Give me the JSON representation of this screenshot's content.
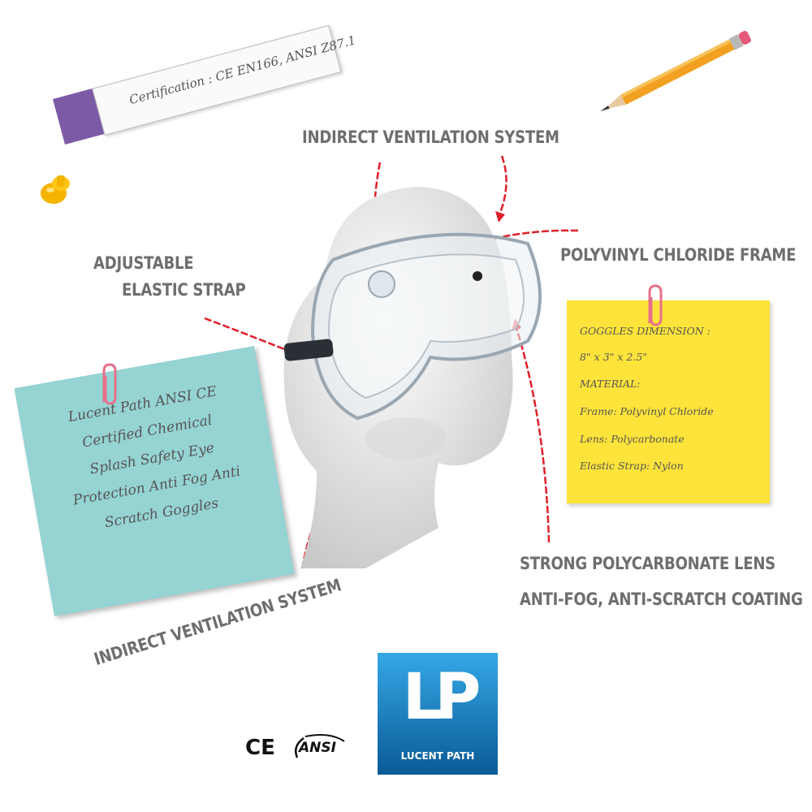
{
  "certification_strip": {
    "text": "Certification : CE EN166, ANSI Z87.1"
  },
  "callouts": {
    "vent_top": "INDIRECT VENTILATION SYSTEM",
    "strap_line1": "ADJUSTABLE",
    "strap_line2": "ELASTIC STRAP",
    "frame": "POLYVINYL CHLORIDE FRAME",
    "lens_line1": "STRONG POLYCARBONATE LENS",
    "lens_line2": "ANTI-FOG, ANTI-SCRATCH COATING",
    "vent_bottom": "INDIRECT VENTILATION SYSTEM"
  },
  "blue_note": {
    "lines": [
      "Lucent Path ANSI CE",
      "Certified Chemical",
      "Splash Safety Eye",
      "Protection Anti Fog Anti",
      "Scratch Goggles"
    ]
  },
  "yellow_note": {
    "dimension_label": "GOGGLES DIMENSION :",
    "dimension_value": "8\" x 3\" x 2.5\"",
    "material_label": "MATERIAL:",
    "frame": "Frame: Polyvinyl Chloride",
    "lens": "Lens: Polycarbonate",
    "strap": "Elastic Strap: Nylon"
  },
  "logo": {
    "monogram": "LP",
    "name": "LUCENT PATH"
  },
  "marks": {
    "ce": "CE",
    "ansi": "ANSI"
  },
  "colors": {
    "arrow": "#e0202a",
    "sticky_blue": "#96d3d3",
    "sticky_yellow": "#fde33a",
    "tab_purple": "#7d5aa6",
    "logo_blue": "#1a7fc4",
    "callout_gray": "#6e6e6e"
  },
  "icons": [
    "pencil-icon",
    "pushpin-icon",
    "paperclip-icon",
    "goggles-image",
    "mannequin-head-image",
    "ce-mark-icon",
    "ansi-mark-icon"
  ]
}
